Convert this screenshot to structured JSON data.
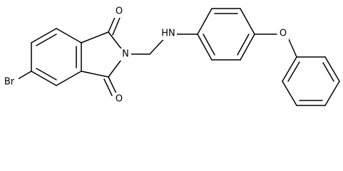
{
  "molecule": {
    "atoms": {
      "bromine": "Br",
      "oxygen_top": "O",
      "oxygen_bottom": "O",
      "ring_nitrogen": "N",
      "amine": "HN",
      "ether_oxygen": "O"
    }
  }
}
